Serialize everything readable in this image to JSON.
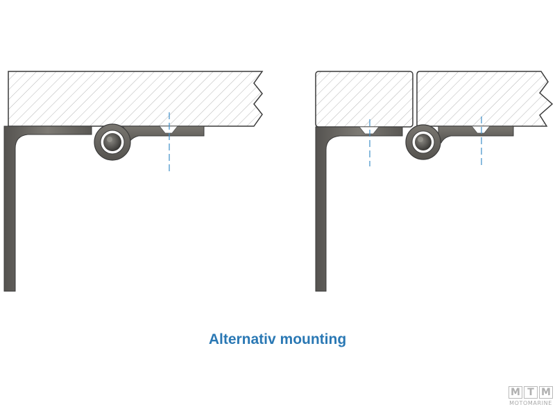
{
  "caption": "Alternativ mounting",
  "logo": {
    "letters": [
      "M",
      "T",
      "M"
    ],
    "text": "MOTOMARINE"
  },
  "colors": {
    "outline": "#3a3a3a",
    "metal": "#6e6b66",
    "metal_dark": "#4a4844",
    "hatch": "#b5b5b5",
    "centerline": "#3d8ec9",
    "caption": "#2a78b4"
  },
  "icons": [
    "hinge-pin-icon"
  ]
}
